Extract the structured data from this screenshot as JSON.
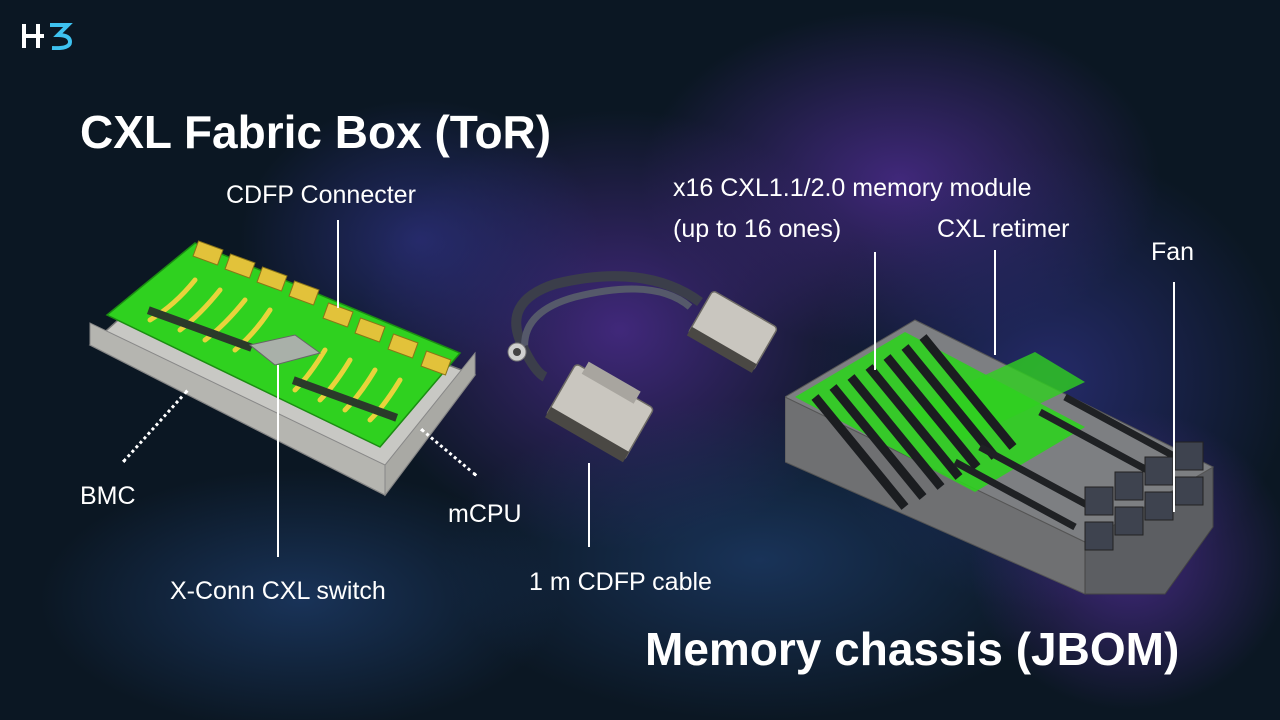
{
  "logo": {
    "text": "H3",
    "icon": "h3-logo-icon"
  },
  "titles": {
    "fabric_box": "CXL Fabric Box (ToR)",
    "memory_chassis": "Memory chassis (JBOM)"
  },
  "callouts": {
    "cdfp_connecter": "CDFP Connecter",
    "bmc": "BMC",
    "xconn_switch": "X-Conn CXL switch",
    "mcpu": "mCPU",
    "cable": "1 m CDFP cable",
    "memory_module_line1": "x16 CXL1.1/2.0 memory module",
    "memory_module_line2": "(up to 16 ones)",
    "retimer": "CXL retimer",
    "fan": "Fan"
  },
  "colors": {
    "pcb_green": "#2fd11f",
    "metal_gray": "#c8c8c4",
    "text": "#ffffff",
    "background": "#0b1723",
    "smoke_purple": "#4a2b8a"
  }
}
